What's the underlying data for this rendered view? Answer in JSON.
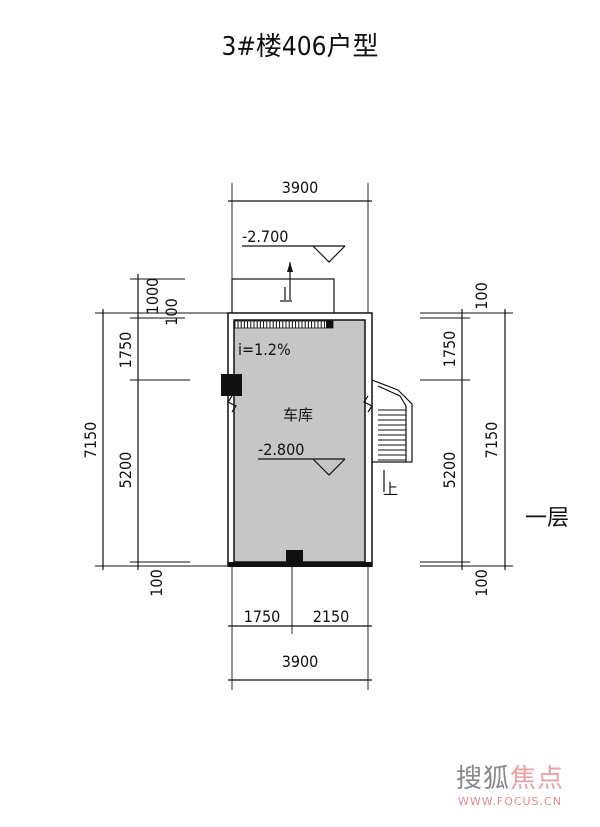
{
  "title": "3#楼406户型",
  "floor_label": "一层",
  "room": {
    "name": "车库",
    "elevation": "-2.800"
  },
  "outside_elevation": "-2.700",
  "slope": "i=1.2%",
  "up_label": "上",
  "dimensions": {
    "top_total": "3900",
    "bottom_total": "3900",
    "bottom_segments": [
      "1750",
      "2150"
    ],
    "left_total": "7150",
    "left_segments": [
      "1000",
      "100",
      "1750",
      "5200",
      "100"
    ],
    "right_total": "7150",
    "right_segments": [
      "100",
      "1750",
      "5200",
      "100"
    ]
  },
  "watermark": {
    "brand_gray": "搜狐",
    "brand_red": "焦点",
    "url": "WWW.FOCUS.CN"
  },
  "colors": {
    "room_fill": "#c6c6c6",
    "line": "#111111",
    "watermark_red": "#e38a8a"
  }
}
